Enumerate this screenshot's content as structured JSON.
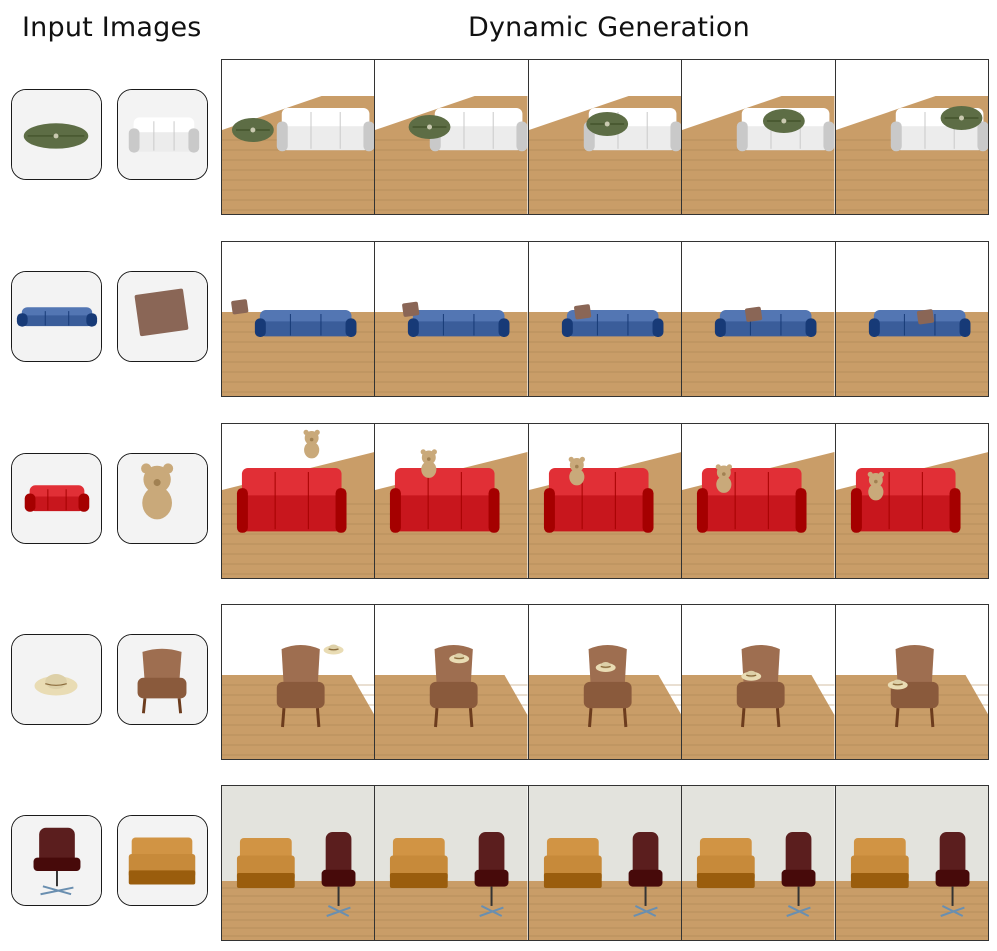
{
  "headings": {
    "input": "Input Images",
    "generation": "Dynamic Generation"
  },
  "colors": {
    "wood_floor": "#c99d68",
    "wood_grain": "#a8804f",
    "wall_white": "#ffffff",
    "wall_gray": "#e3e3dd",
    "frame_border": "#333333"
  },
  "rows": [
    {
      "id": "bag-sofa",
      "inputs": [
        {
          "name": "duffel-bag-thumb",
          "object": "olive-duffel-bag",
          "color": "#5d6d45"
        },
        {
          "name": "white-sofa-thumb",
          "object": "white-sofa",
          "color": "#ececec"
        }
      ],
      "background": "wood-floor",
      "frames": 5
    },
    {
      "id": "sofa-pillow",
      "inputs": [
        {
          "name": "blue-sofa-thumb",
          "object": "blue-sofa",
          "color": "#3a5d9a"
        },
        {
          "name": "pillow-thumb",
          "object": "brown-pillow",
          "color": "#8a6656"
        }
      ],
      "background": "wood-floor",
      "frames": 5
    },
    {
      "id": "sofa-teddy",
      "inputs": [
        {
          "name": "red-sofa-thumb",
          "object": "red-sofa",
          "color": "#c8161d"
        },
        {
          "name": "teddy-thumb",
          "object": "teddy-bear",
          "color": "#c9a97a"
        }
      ],
      "background": "wood-floor",
      "frames": 5
    },
    {
      "id": "hat-armchair",
      "inputs": [
        {
          "name": "hat-thumb",
          "object": "straw-hat",
          "color": "#e9dcb4"
        },
        {
          "name": "leather-chair-thumb",
          "object": "leather-armchair",
          "color": "#8a5a3c"
        }
      ],
      "background": "wood-floor",
      "frames": 5
    },
    {
      "id": "two-chairs",
      "inputs": [
        {
          "name": "office-chair-thumb",
          "object": "office-chair",
          "color": "#5b1e1e"
        },
        {
          "name": "tan-armchair-thumb",
          "object": "tan-armchair",
          "color": "#c78a3a"
        }
      ],
      "background": "wood-floor-gray-wall",
      "frames": 5
    }
  ]
}
